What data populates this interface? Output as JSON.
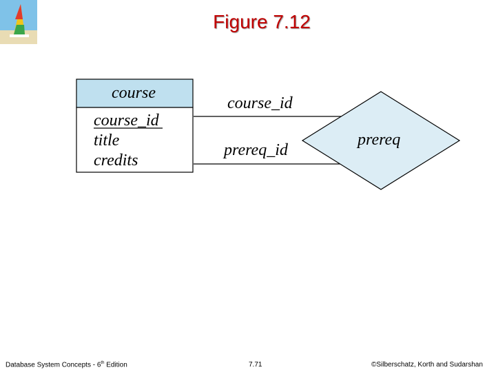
{
  "title": "Figure 7.12",
  "logo": {
    "icon": "sailboat-logo-icon",
    "colors": [
      "#4da6d6",
      "#e23b2a",
      "#f0c419",
      "#3aa64a"
    ]
  },
  "entity": {
    "name": "course",
    "attributes": [
      "course_id",
      "title",
      "credits"
    ],
    "header_color": "#bfe0ef"
  },
  "relationship": {
    "name": "prereq",
    "fill_color": "#dcedf5"
  },
  "roles": {
    "upper": "course_id",
    "lower": "prereq_id"
  },
  "footer": {
    "left_prefix": "Database System Concepts - 6",
    "left_sup": "th",
    "left_suffix": " Edition",
    "center": "7.71",
    "right": "©Silberschatz, Korth and Sudarshan"
  }
}
